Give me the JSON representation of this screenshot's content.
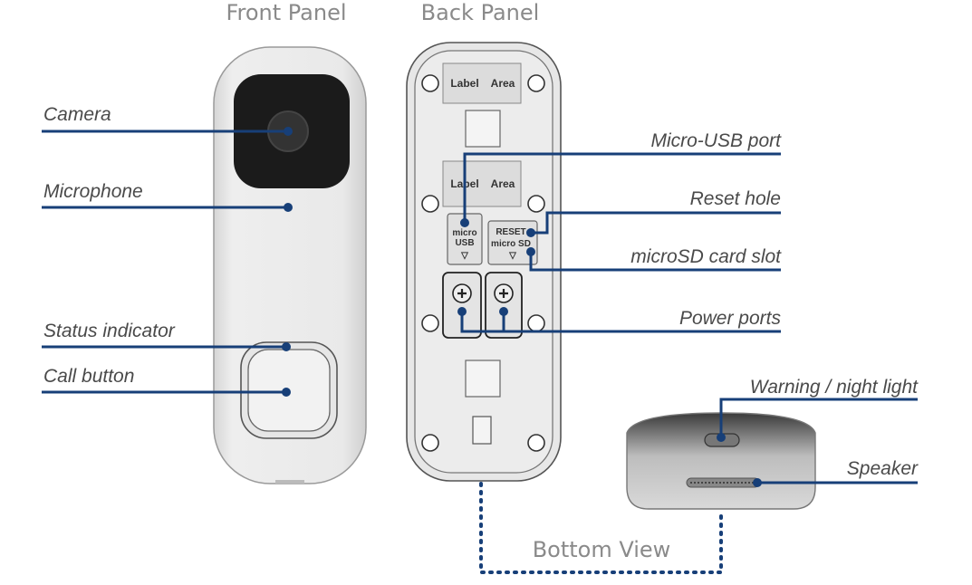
{
  "panels": {
    "front_title": "Front Panel",
    "back_title": "Back Panel",
    "bottom_title": "Bottom View"
  },
  "front_labels": {
    "camera": "Camera",
    "microphone": "Microphone",
    "status_indicator": "Status indicator",
    "call_button": "Call button"
  },
  "back_labels": {
    "micro_usb_port": "Micro-USB port",
    "reset_hole": "Reset hole",
    "microsd_slot": "microSD card slot",
    "power_ports": "Power ports"
  },
  "bottom_labels": {
    "warning_light": "Warning / night light",
    "speaker": "Speaker"
  },
  "device_text": {
    "label": "Label",
    "area": "Area",
    "micro": "micro",
    "usb": "USB",
    "reset": "RESET",
    "micro_sd": "micro SD",
    "arrow": "▽"
  },
  "colors": {
    "leader": "#173f78",
    "device_body": "#e4e4e4",
    "camera_lens": "#1a1a1a"
  }
}
